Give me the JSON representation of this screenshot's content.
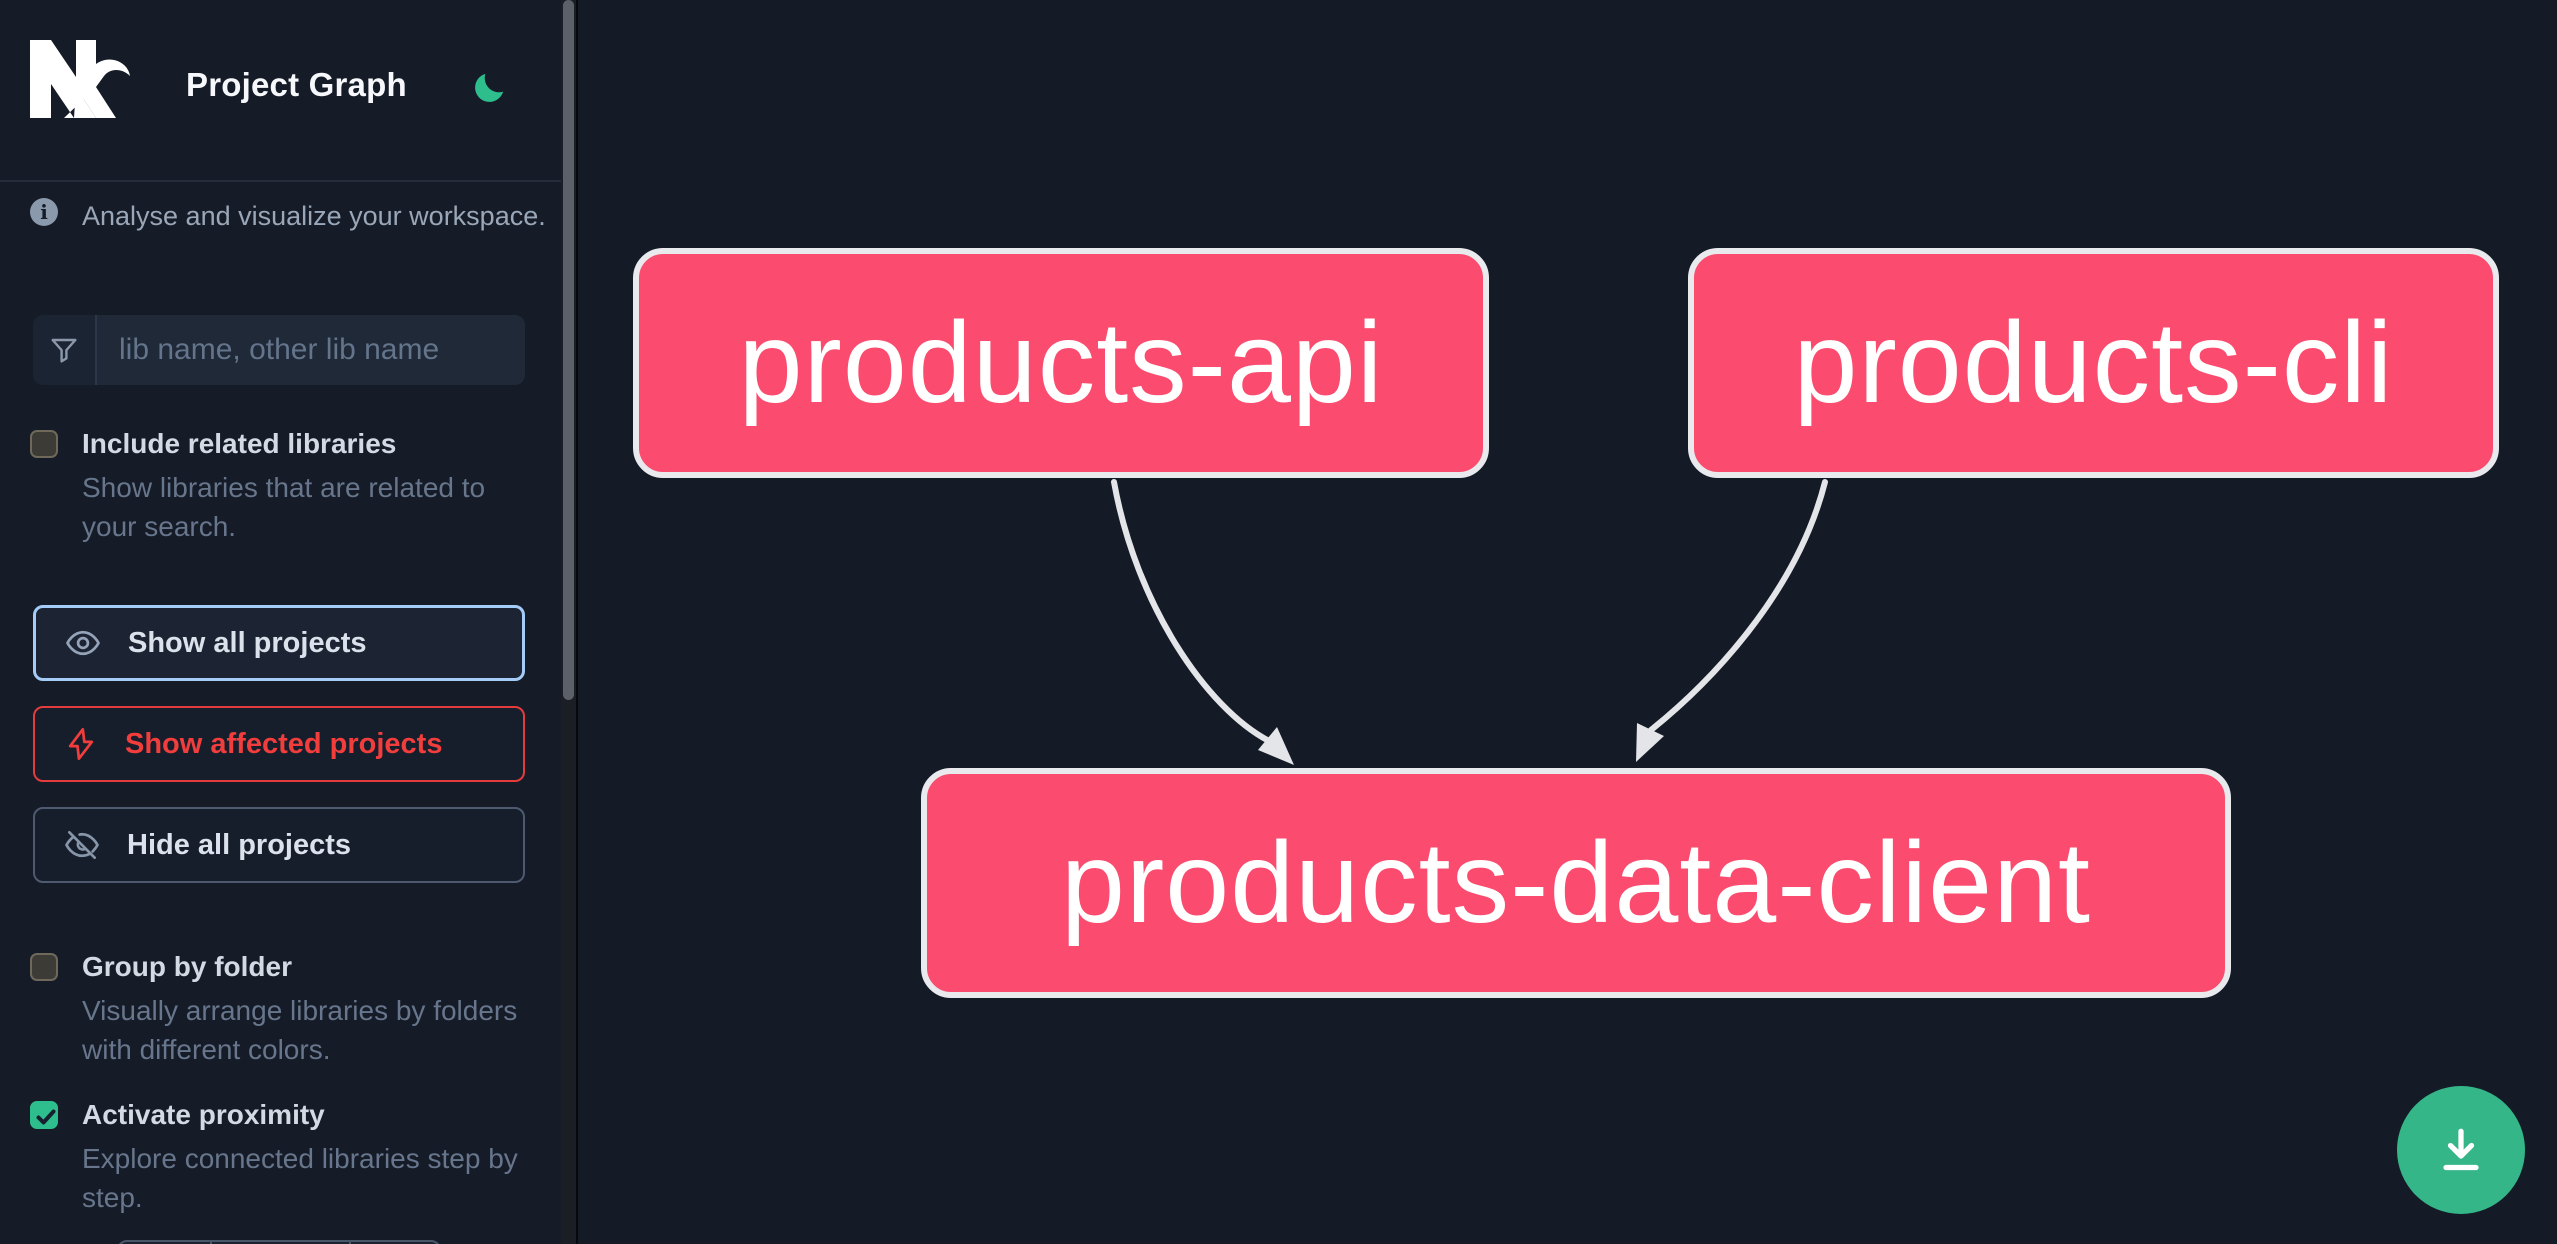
{
  "header": {
    "logo": "Nx",
    "title": "Project Graph",
    "theme_icon": "moon"
  },
  "sidebar": {
    "info_text": "Analyse and visualize your workspace.",
    "search": {
      "placeholder": "lib name, other lib name",
      "value": "",
      "icon": "filter-funnel"
    },
    "include_related": {
      "label": "Include related libraries",
      "description": "Show libraries that are related to your search.",
      "checked": false
    },
    "buttons": {
      "show_all": "Show all projects",
      "show_affected": "Show affected projects",
      "hide_all": "Hide all projects"
    },
    "group_by_folder": {
      "label": "Group by folder",
      "description": "Visually arrange libraries by folders with different colors.",
      "checked": false
    },
    "activate_proximity": {
      "label": "Activate proximity",
      "description": "Explore connected libraries step by step.",
      "checked": true
    }
  },
  "graph": {
    "nodes": [
      {
        "label": "products-api"
      },
      {
        "label": "products-cli"
      },
      {
        "label": "products-data-client"
      }
    ],
    "edges": [
      {
        "from": "products-api",
        "to": "products-data-client"
      },
      {
        "from": "products-cli",
        "to": "products-data-client"
      }
    ]
  },
  "controls": {
    "download_icon": "download"
  },
  "colors": {
    "node_fill": "#fb4b6e",
    "node_border": "#e8eaee",
    "edge": "#e3e5e9",
    "accent_green": "#2ebe8e",
    "download_green": "#34b689",
    "affected_red": "#f23d3d",
    "focus_blue": "#a5cbf7",
    "background": "#141a26",
    "sidebar_background": "#151b27"
  }
}
